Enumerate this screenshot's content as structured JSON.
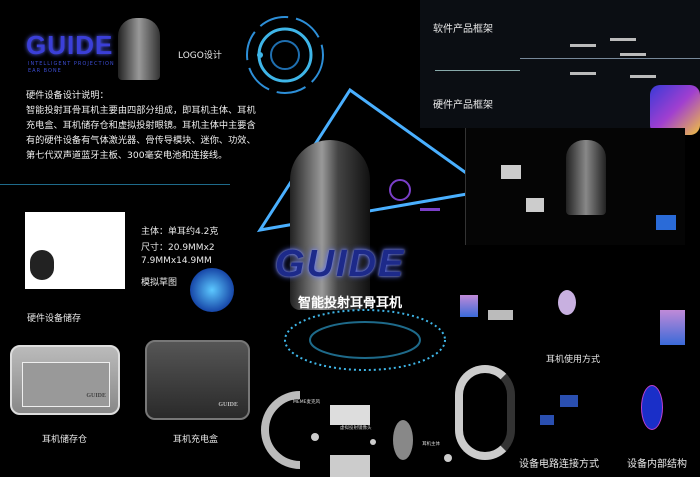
{
  "logo": {
    "text": "GUIDE",
    "subtitle_line1": "INTELLIGENT PROJECTION",
    "subtitle_line2": "EAR BONE",
    "label": "LOGO设计"
  },
  "hardware_description": {
    "heading": "硬件设备设计说明：",
    "body": "智能投射耳骨耳机主要由四部分组成，即耳机主体、耳机充电盒、耳机储存仓和虚拟投射眼镜。耳机主体中主要含有的硬件设备有气体激光器、骨传导模块、迷你、功效、第七代双声道蓝牙主板、300毫安电池和连接线。"
  },
  "specs": {
    "weight": "主体：单耳约4.2克",
    "size_line1": "尺寸：20.9MMx2",
    "size_line2": "7.9MMx14.9MM",
    "sketch_label": "模拟草图"
  },
  "storage": {
    "heading": "硬件设备储存",
    "storage_case_label": "耳机储存仓",
    "charging_case_label": "耳机充电盒",
    "case_brand": "GUIDE"
  },
  "center": {
    "logo": "GUIDE",
    "product_name": "智能投射耳骨耳机"
  },
  "software_framework": {
    "title": "软件产品框架"
  },
  "hardware_framework": {
    "title": "硬件产品框架"
  },
  "usage": {
    "title": "耳机使用方式"
  },
  "exploded": {
    "labels": [
      "MEME麦克风",
      "虚拟投射镜像头",
      "耳机主体"
    ]
  },
  "circuit": {
    "title": "设备电路连接方式"
  },
  "internal": {
    "title": "设备内部结构"
  },
  "colors": {
    "accent_blue": "#3b3fd8",
    "cyan": "#3fb6e8",
    "purple": "#7a3fc8",
    "red_label": "#d03a2a"
  }
}
